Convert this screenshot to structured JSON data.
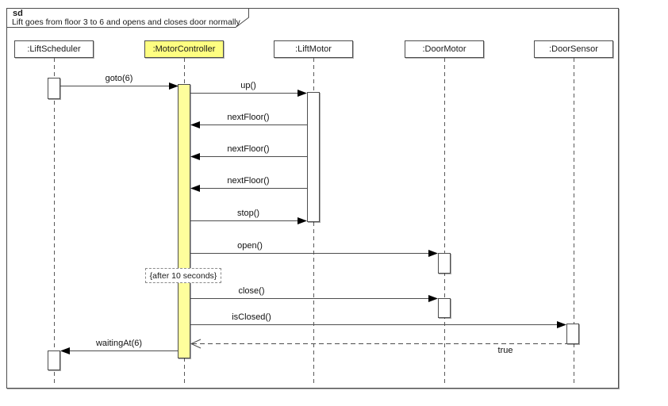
{
  "frame": {
    "operator": "sd",
    "title": "Lift goes from floor 3 to 6 and opens and closes door normally"
  },
  "lifelines": [
    {
      "name": ":LiftScheduler",
      "highlighted": false
    },
    {
      "name": ":MotorController",
      "highlighted": true
    },
    {
      "name": ":LiftMotor",
      "highlighted": false
    },
    {
      "name": ":DoorMotor",
      "highlighted": false
    },
    {
      "name": ":DoorSensor",
      "highlighted": false
    }
  ],
  "messages": [
    {
      "label": "goto(6)",
      "from": ":LiftScheduler",
      "to": ":MotorController",
      "type": "sync"
    },
    {
      "label": "up()",
      "from": ":MotorController",
      "to": ":LiftMotor",
      "type": "sync"
    },
    {
      "label": "nextFloor()",
      "from": ":LiftMotor",
      "to": ":MotorController",
      "type": "sync"
    },
    {
      "label": "nextFloor()",
      "from": ":LiftMotor",
      "to": ":MotorController",
      "type": "sync"
    },
    {
      "label": "nextFloor()",
      "from": ":LiftMotor",
      "to": ":MotorController",
      "type": "sync"
    },
    {
      "label": "stop()",
      "from": ":MotorController",
      "to": ":LiftMotor",
      "type": "sync"
    },
    {
      "label": "open()",
      "from": ":MotorController",
      "to": ":DoorMotor",
      "type": "sync"
    },
    {
      "label": "close()",
      "from": ":MotorController",
      "to": ":DoorMotor",
      "type": "sync"
    },
    {
      "label": "isClosed()",
      "from": ":MotorController",
      "to": ":DoorSensor",
      "type": "sync"
    },
    {
      "label": "true",
      "from": ":DoorSensor",
      "to": ":MotorController",
      "type": "return"
    },
    {
      "label": "waitingAt(6)",
      "from": ":MotorController",
      "to": ":LiftScheduler",
      "type": "sync"
    }
  ],
  "constraint": {
    "label": "{after 10 seconds}"
  },
  "colors": {
    "highlight_head": "#FEFE81",
    "highlight_activation": "#FEFE9C",
    "line": "#4D4D4D",
    "arrowhead": "#000000",
    "background": "#FFFFFF"
  }
}
